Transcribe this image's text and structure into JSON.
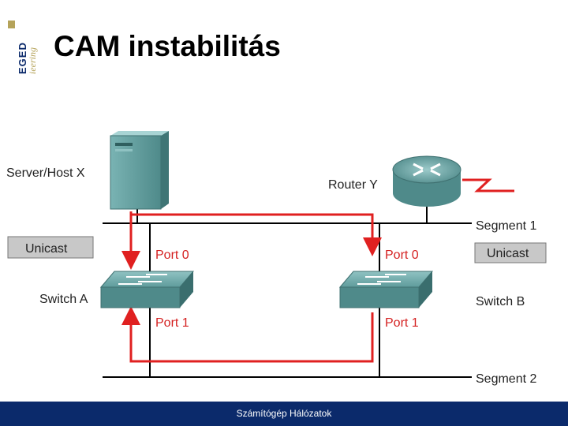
{
  "slide": {
    "title": "CAM instabilitás",
    "logo_text": "EGED",
    "logo_subtext": "ieering",
    "footer": "Számítógép Hálózatok"
  },
  "diagram": {
    "server_label": "Server/Host X",
    "router_label": "Router Y",
    "segment1_label": "Segment 1",
    "segment2_label": "Segment 2",
    "unicast_left": "Unicast",
    "unicast_right": "Unicast",
    "switch_a_label": "Switch A",
    "switch_b_label": "Switch B",
    "switch_a_port0": "Port 0",
    "switch_a_port1": "Port 1",
    "switch_b_port0": "Port 0",
    "switch_b_port1": "Port 1"
  },
  "colors": {
    "accent_red": "#e02020",
    "footer_blue": "#0b2a6b",
    "device_teal": "#5f9c9c",
    "port_label_red": "#d42020"
  }
}
